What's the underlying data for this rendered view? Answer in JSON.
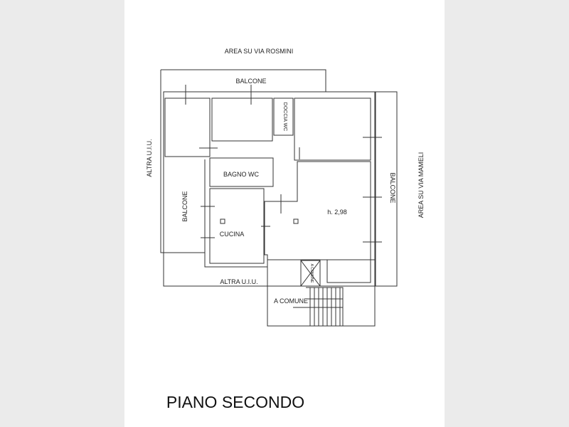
{
  "labels": {
    "north": "AREA SU VIA ROSMINI",
    "west": "ALTRA U.I.U.",
    "east": "AREA SU VIA MAMELI",
    "south": "ALTRA U.I.U.",
    "balcone_top": "BALCONE",
    "balcone_left": "BALCONE",
    "balcone_right": "BALCONE",
    "doccia": "DOCCIA WC",
    "bagno": "BAGNO WC",
    "cucina": "CUCINA",
    "height": "h. 2,98",
    "comune": "A COMUNE",
    "lift": "A COMUNE"
  },
  "title": "PIANO SECONDO"
}
